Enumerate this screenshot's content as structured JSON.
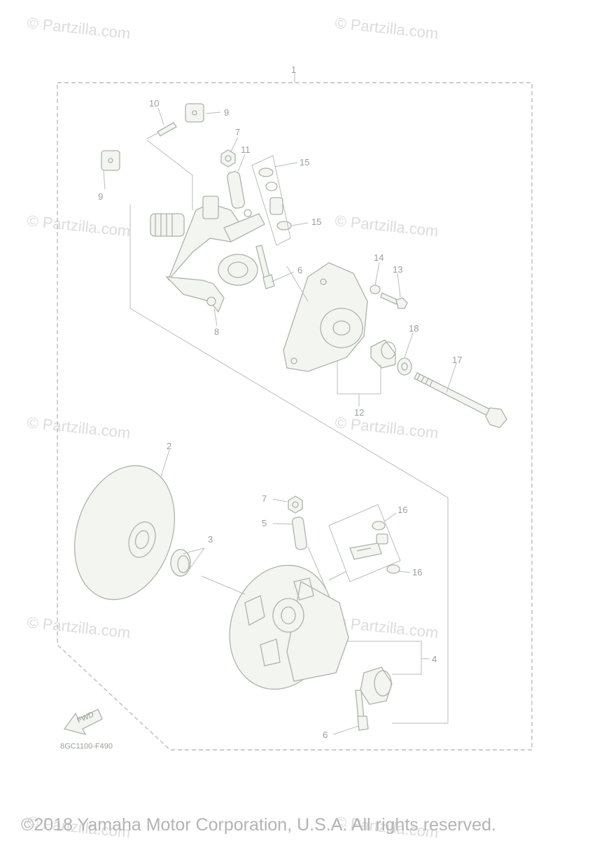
{
  "watermark": "© Partzilla.com",
  "drawing_code": "8GC1100-F490",
  "copyright": "©2018 Yamaha Motor Corporation, U.S.A. All rights reserved.",
  "fwd_label": "FWD",
  "callouts": {
    "c1": "1",
    "c2": "2",
    "c3": "3",
    "c4": "4",
    "c5": "5",
    "c6a": "6",
    "c6b": "6",
    "c7a": "7",
    "c7b": "7",
    "c8": "8",
    "c9a": "9",
    "c9b": "9",
    "c10": "10",
    "c11": "11",
    "c12": "12",
    "c13": "13",
    "c14": "14",
    "c15a": "15",
    "c15b": "15",
    "c16a": "16",
    "c16b": "16",
    "c17": "17",
    "c18": "18"
  }
}
